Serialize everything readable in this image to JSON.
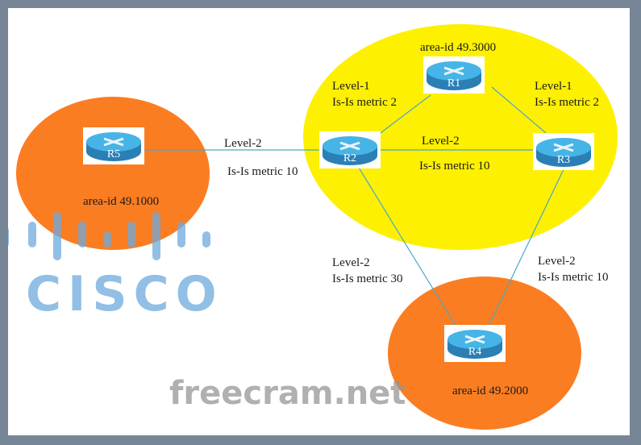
{
  "areas": [
    {
      "id": "area-49-1000",
      "label": "area-id 49.1000",
      "color": "#fb7d22"
    },
    {
      "id": "area-49-3000",
      "label": "area-id 49.3000",
      "color": "#fdf000"
    },
    {
      "id": "area-49-2000",
      "label": "area-id 49.2000",
      "color": "#fb7d22"
    }
  ],
  "routers": [
    "R1",
    "R2",
    "R3",
    "R4",
    "R5"
  ],
  "links": [
    {
      "from": "R5",
      "to": "R2",
      "level": "Level-2",
      "metric": "Is-Is metric 10"
    },
    {
      "from": "R2",
      "to": "R1",
      "level": "Level-1",
      "metric": "Is-Is metric 2"
    },
    {
      "from": "R1",
      "to": "R3",
      "level": "Level-1",
      "metric": "Is-Is metric 2"
    },
    {
      "from": "R2",
      "to": "R3",
      "level": "Level-2",
      "metric": "Is-Is metric 10"
    },
    {
      "from": "R2",
      "to": "R4",
      "level": "Level-2",
      "metric": "Is-Is metric 30"
    },
    {
      "from": "R3",
      "to": "R4",
      "level": "Level-2",
      "metric": "Is-Is metric 10"
    }
  ],
  "colors": {
    "link": "#4aa6c9",
    "router_top": "#46b4e6",
    "router_side": "#2a7fb5"
  },
  "watermarks": {
    "logo": "cisco",
    "site": "freecram.net"
  }
}
